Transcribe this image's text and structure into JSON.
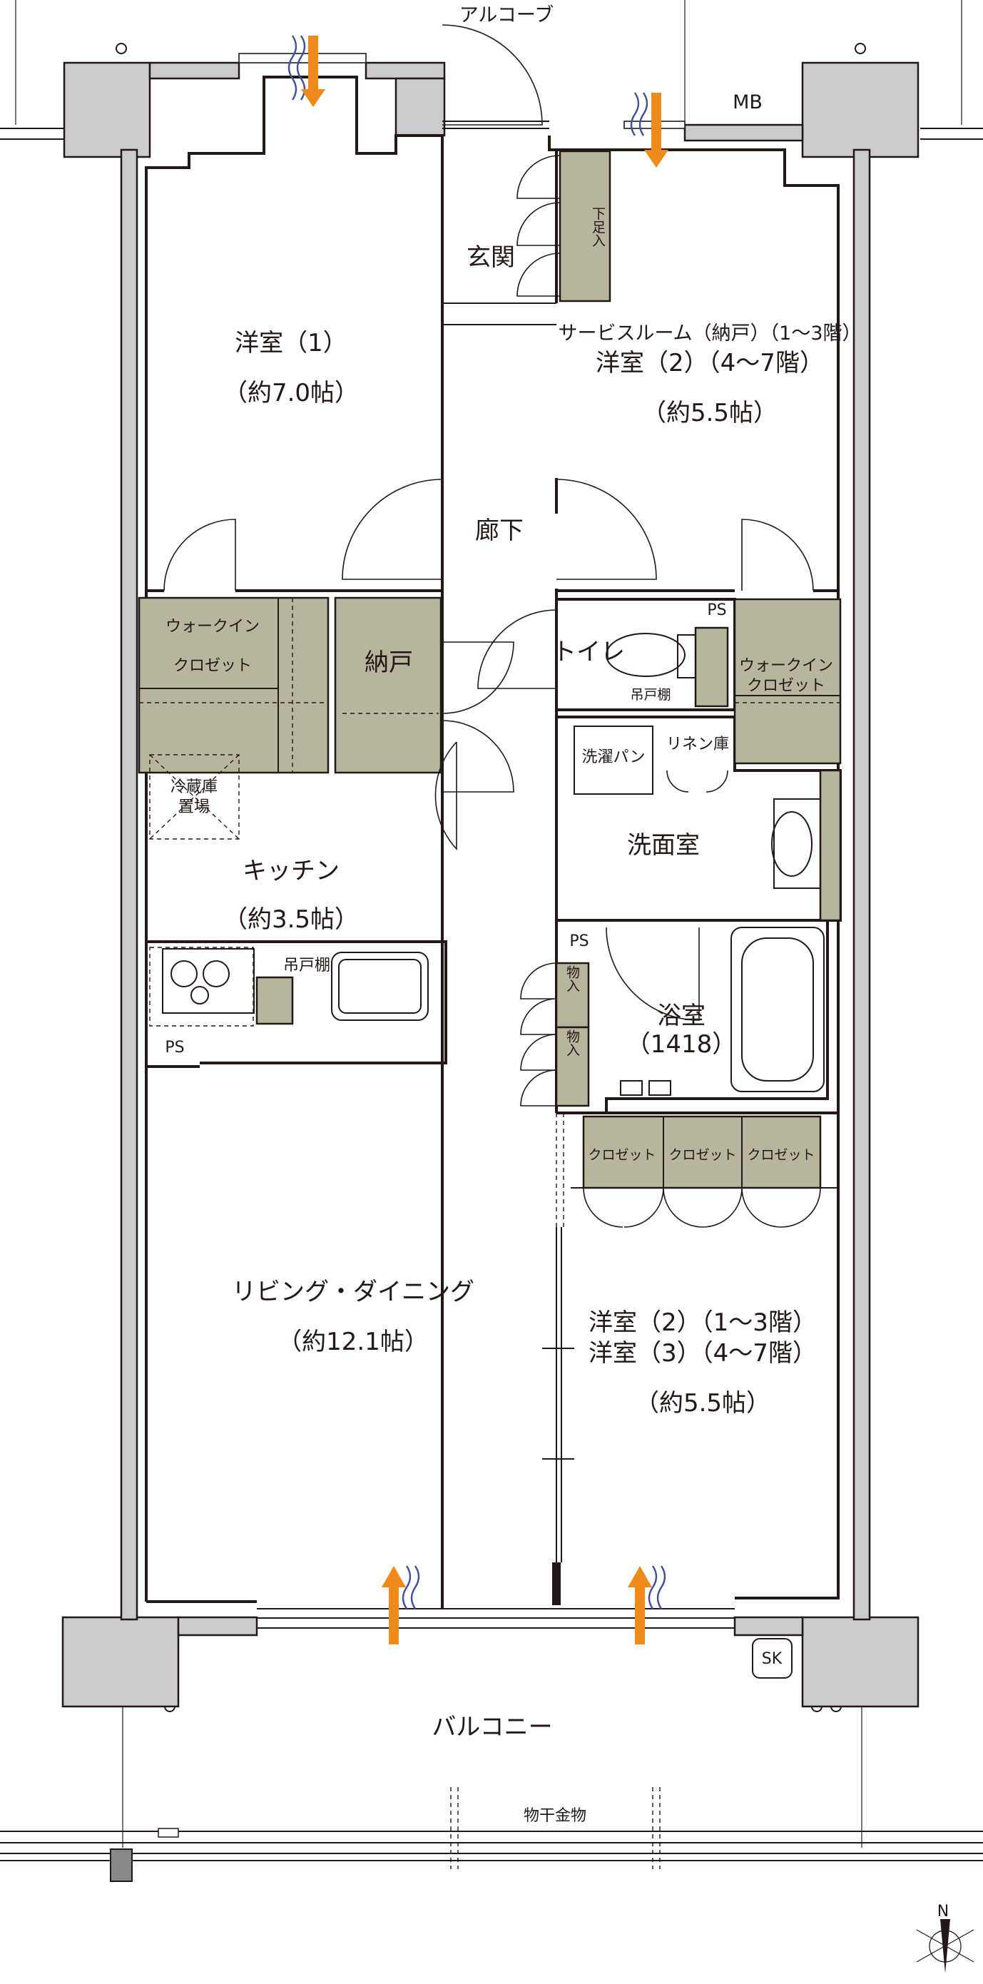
{
  "labels": {
    "alcove": "アルコーブ",
    "mb": "MB",
    "entrance": "玄関",
    "shoe_storage": "下足入",
    "bedroom1_name": "洋室（1）",
    "bedroom1_size": "（約7.0帖）",
    "service_room_line1": "サービスルーム（納戸）（1〜3階）",
    "service_room_line2": "洋室（2）（4〜7階）",
    "service_room_size": "（約5.5帖）",
    "corridor": "廊下",
    "walkin_left_line1": "ウォークイン",
    "walkin_left_line2": "クロゼット",
    "nando": "納戸",
    "toilet": "トイレ",
    "ps_toilet": "PS",
    "hanging_shelf_toilet": "吊戸棚",
    "walkin_right_line1": "ウォークイン",
    "walkin_right_line2": "クロゼット",
    "washer_pan": "洗濯パン",
    "linen": "リネン庫",
    "fridge_line1": "冷蔵庫",
    "fridge_line2": "置場",
    "kitchen_name": "キッチン",
    "kitchen_size": "（約3.5帖）",
    "hanging_shelf_kitchen": "吊戸棚",
    "washroom": "洗面室",
    "ps_bath": "PS",
    "storage1": "物入",
    "storage2": "物入",
    "bath_name": "浴室",
    "bath_size": "（1418）",
    "ps_kitchen": "PS",
    "closet1": "クロゼット",
    "closet2": "クロゼット",
    "closet3": "クロゼット",
    "living_name": "リビング・ダイニング",
    "living_size": "（約12.1帖）",
    "bedroom23_line1": "洋室（2）（1〜3階）",
    "bedroom23_line2": "洋室（3）（4〜7階）",
    "bedroom23_size": "（約5.5帖）",
    "sk": "SK",
    "balcony": "バルコニー",
    "drying_hardware": "物干金物",
    "north": "N"
  },
  "colors": {
    "wall": "#231815",
    "storage_fill": "#b8b59f",
    "concrete_fill": "#cbcbcb",
    "vent_arrow": "#ed8a19",
    "vent_wave": "#3f4ea0"
  }
}
